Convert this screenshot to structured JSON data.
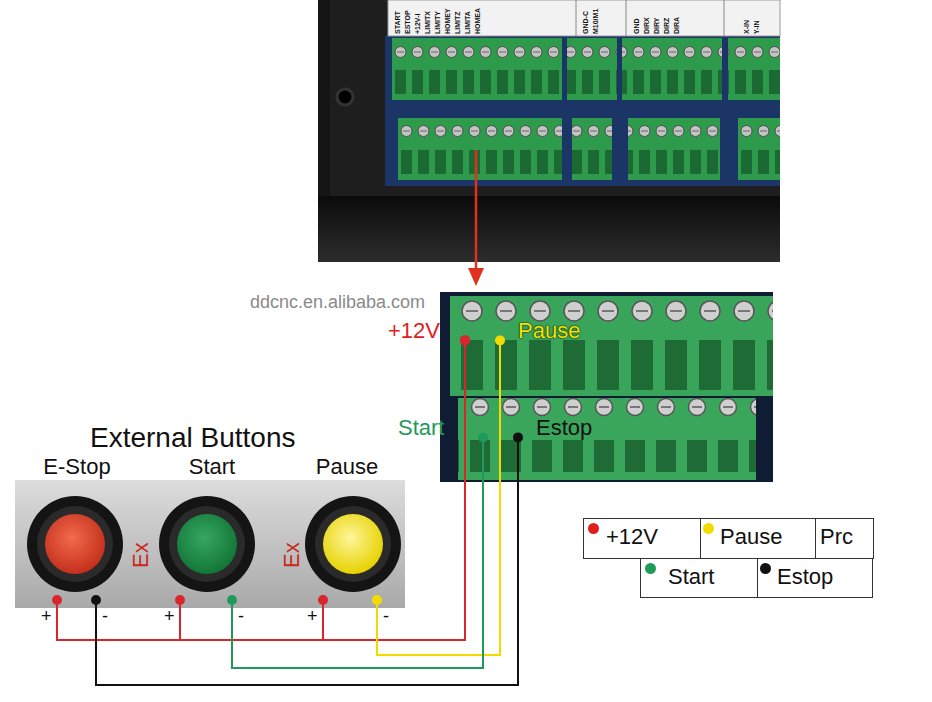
{
  "diagram": {
    "title": "External Buttons",
    "nodes": [
      {
        "text": [
          "+12V"
        ]
      },
      {
        "text": [
          "Pause"
        ]
      },
      {
        "text": [
          "Start"
        ]
      },
      {
        "text": [
          "Estop"
        ]
      },
      {
        "text": [
          "E-Stop"
        ]
      },
      {
        "text": [
          "Start"
        ]
      },
      {
        "text": [
          "Pause"
        ]
      }
    ],
    "edges": [
      {
        "from": 4,
        "to": 0,
        "arrow": "none"
      },
      {
        "from": 5,
        "to": 0,
        "arrow": "none"
      },
      {
        "from": 6,
        "to": 0,
        "arrow": "none"
      },
      {
        "from": 6,
        "to": 1,
        "arrow": "none"
      },
      {
        "from": 5,
        "to": 2,
        "arrow": "none"
      },
      {
        "from": 4,
        "to": 3,
        "arrow": "none"
      }
    ],
    "labels": [
      "START",
      "ESTOP",
      "+12V-I",
      "LIMITX",
      "LIMITY",
      "HOMEY",
      "LIMITZ",
      "LIMITA",
      "HOMEA",
      "GND-C",
      "M10/M1",
      "GND",
      "DIRX",
      "DIRY",
      "DIRZ",
      "DIRA",
      "X-IN",
      "Y-IN",
      "ddcnc.en.alibaba.com",
      "Ex",
      "Ex",
      "+",
      "-",
      "+",
      "-",
      "+",
      "-",
      "Prc"
    ],
    "legend": [
      {
        "text": "+12V",
        "color": "#e0201e"
      },
      {
        "text": "Pause",
        "color": "#f2dc00"
      },
      {
        "text": "Start",
        "color": "#1f9a5a"
      },
      {
        "text": "Estop",
        "color": "#111111"
      }
    ]
  }
}
